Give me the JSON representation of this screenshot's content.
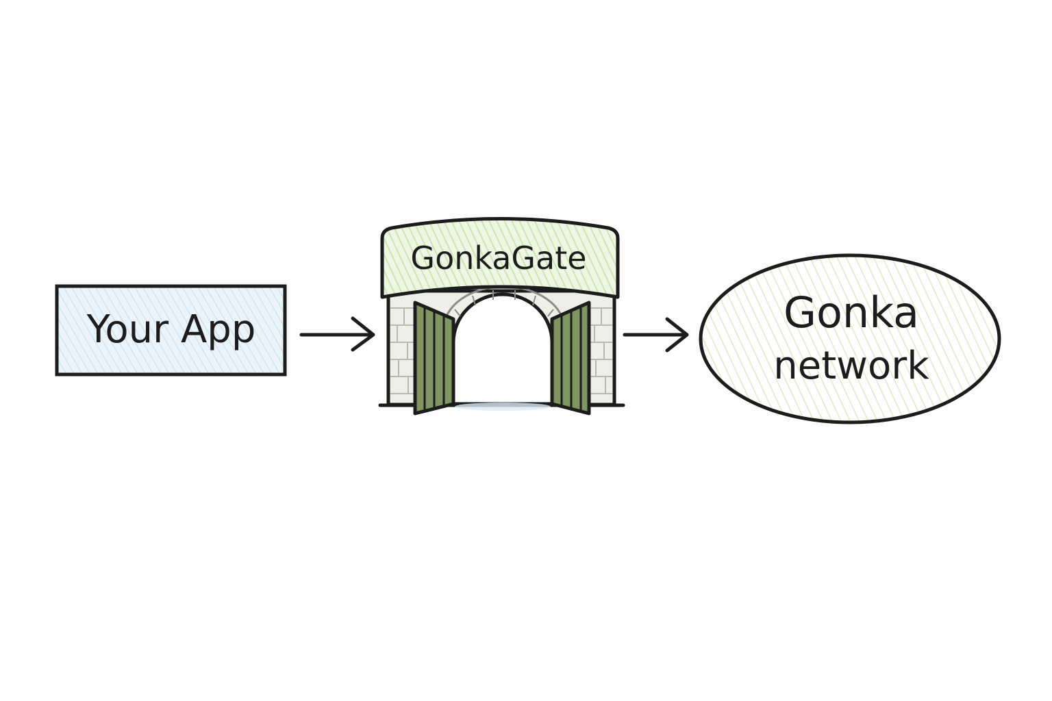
{
  "diagram": {
    "nodes": {
      "app": {
        "label": "Your App"
      },
      "gate": {
        "label": "GonkaGate"
      },
      "network": {
        "label_line1": "Gonka",
        "label_line2": "network"
      }
    },
    "edges": [
      {
        "from": "Your App",
        "to": "GonkaGate"
      },
      {
        "from": "GonkaGate",
        "to": "Gonka network"
      }
    ]
  },
  "colors": {
    "ink": "#1c1c1c",
    "app_fill": "#e4f1f9",
    "gate_sign_fill": "#dcebc8",
    "door_fill": "#7f9663",
    "stone_fill": "#efefe9",
    "network_fill": "#deedc8"
  }
}
